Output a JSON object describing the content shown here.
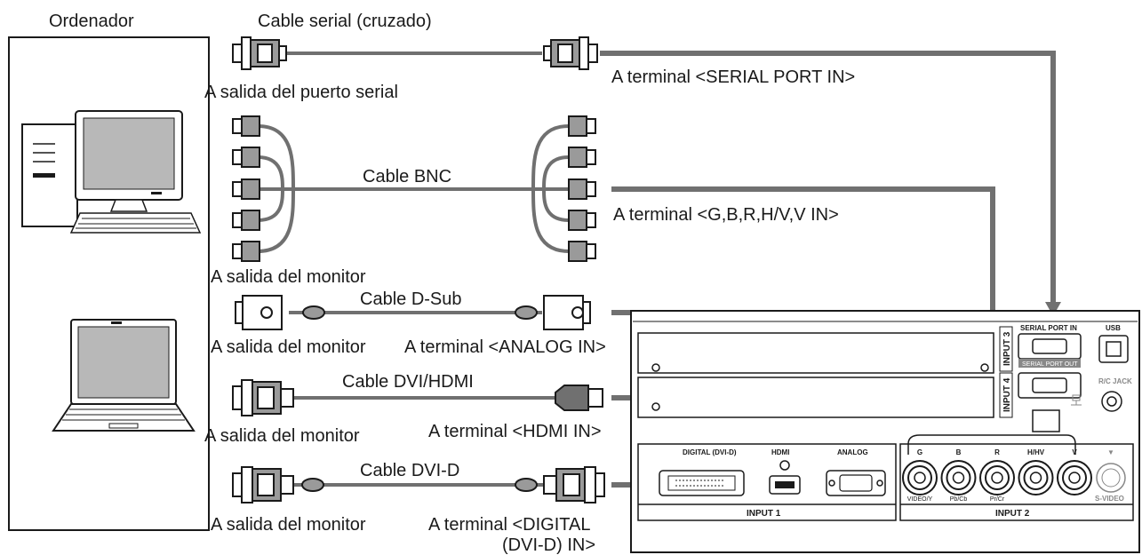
{
  "labels": {
    "computer": "Ordenador",
    "serial_cable": "Cable serial (cruzado)",
    "serial_out": "A salida del puerto serial",
    "serial_in": "A terminal <SERIAL PORT IN>",
    "bnc_cable": "Cable BNC",
    "bnc_in": "A terminal <G,B,R,H/V,V IN>",
    "bnc_out": "A salida del monitor",
    "dsub_cable": "Cable D-Sub",
    "dsub_out": "A salida del monitor",
    "dsub_in": "A terminal <ANALOG IN>",
    "dvihdmi_cable": "Cable DVI/HDMI",
    "dvihdmi_out": "A salida del monitor",
    "hdmi_in": "A terminal <HDMI IN>",
    "dvid_cable": "Cable DVI-D",
    "dvid_out": "A salida del monitor",
    "dvid_in_1": "A terminal <DIGITAL",
    "dvid_in_2": "(DVI-D) IN>"
  },
  "panel": {
    "serial_port_in": "SERIAL PORT IN",
    "serial_port_out": "SERIAL PORT OUT",
    "usb": "USB",
    "rc_jack": "R/C JACK",
    "input3": "INPUT 3",
    "input4": "INPUT 4",
    "digital_dvid": "DIGITAL (DVI-D)",
    "hdmi_logo": "HDMI",
    "analog": "ANALOG",
    "input1": "INPUT 1",
    "input2": "INPUT 2",
    "bnc_top": [
      "G",
      "B",
      "R",
      "H/HV",
      "V"
    ],
    "bnc_bottom": [
      "VIDEO/Y",
      "Pb/Cb",
      "Pr/Cr",
      "",
      ""
    ],
    "svideo": "S-VIDEO"
  },
  "icons": [
    "desktop-computer-icon",
    "laptop-icon",
    "serial-connector-icon",
    "bnc-connector-icon",
    "dsub-connector-icon",
    "dvi-connector-icon",
    "hdmi-connector-icon",
    "network-icon"
  ],
  "colors": {
    "line": "#1a1a1a",
    "cable": "#707070",
    "plug_dark": "#9a9a9a"
  }
}
